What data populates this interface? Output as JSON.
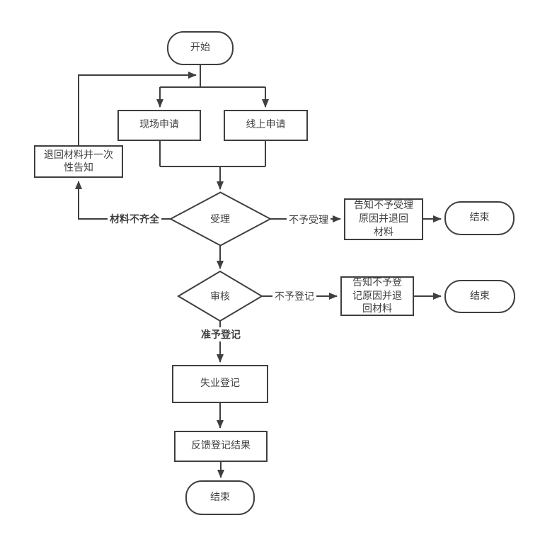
{
  "colors": {
    "stroke": "#3f3f3f",
    "canvas_bg": "#ffffff"
  },
  "nodes": {
    "start": "开始",
    "onsite_apply": "现场申请",
    "online_apply": "线上申请",
    "return_materials": "退回材料并一次\n性告知",
    "accept_decision": "受理",
    "notify_no_accept": "告知不予受理\n原因并退回\n材料",
    "end_accept": "结束",
    "review_decision": "审核",
    "notify_no_register": "告知不予登\n记原因并退\n回材料",
    "end_review": "结束",
    "unemployment_register": "失业登记",
    "feedback_result": "反馈登记结果",
    "end_final": "结束"
  },
  "edge_labels": {
    "materials_incomplete": "材料不齐全",
    "not_accept": "不予受理",
    "not_register": "不予登记",
    "approve_register": "准予登记"
  }
}
